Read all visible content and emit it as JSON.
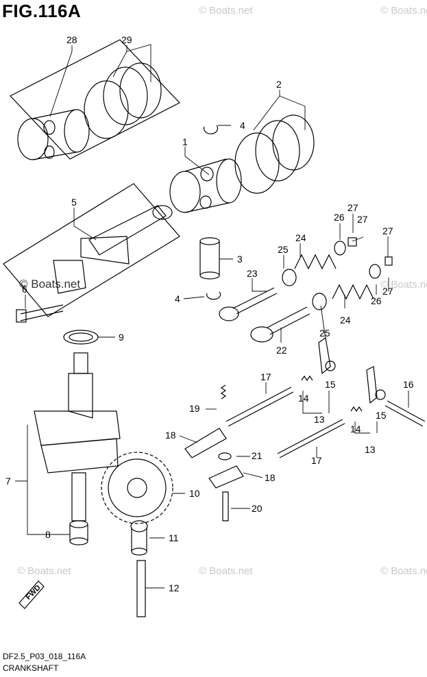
{
  "figure": {
    "title": "FIG.116A",
    "code": "DF2.5_P03_018_116A",
    "name": "CRANKSHAFT"
  },
  "watermark": "© Boats.net",
  "fwd_label": "FWD",
  "callouts": {
    "c28": "28",
    "c29": "29",
    "c2": "2",
    "c4a": "4",
    "c1": "1",
    "c5": "5",
    "c3": "3",
    "c4b": "4",
    "c6": "6",
    "c9": "9",
    "c7": "7",
    "c8": "8",
    "c10": "10",
    "c11": "11",
    "c12": "12",
    "c23": "23",
    "c22": "22",
    "c24a": "24",
    "c24b": "24",
    "c25a": "25",
    "c25b": "25",
    "c26a": "26",
    "c26b": "26",
    "c27a": "27",
    "c27b": "27",
    "c27c": "27",
    "c27d": "27",
    "c17a": "17",
    "c17b": "17",
    "c14a": "14",
    "c14b": "14",
    "c15a": "15",
    "c15b": "15",
    "c13a": "13",
    "c13b": "13",
    "c16": "16",
    "c19": "19",
    "c18a": "18",
    "c18b": "18",
    "c21": "21",
    "c20": "20"
  },
  "colors": {
    "line": "#000000",
    "watermark": "#c8c8c8"
  }
}
